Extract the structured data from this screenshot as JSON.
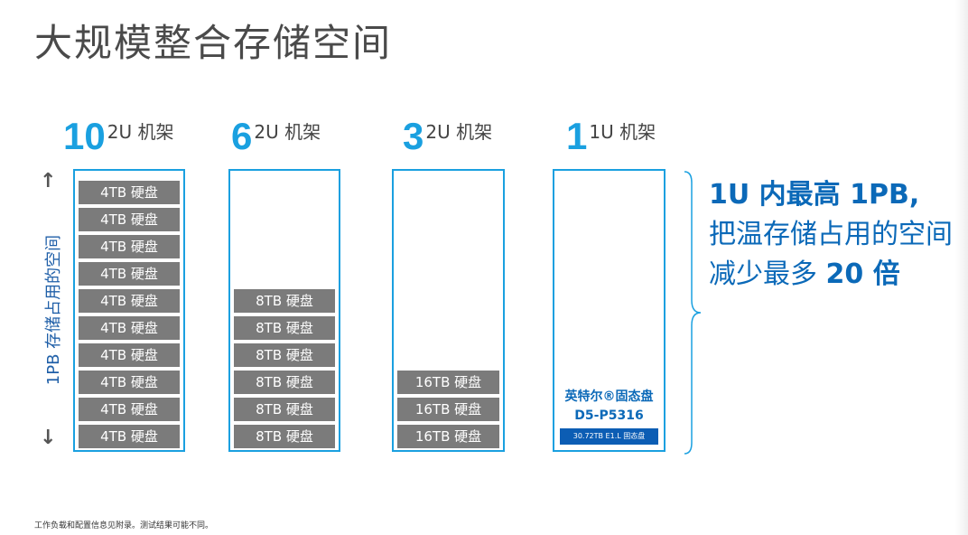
{
  "title": "大规模整合存储空间",
  "axis_label": "1PB 存储占用的空间",
  "arrow_up": "↑",
  "arrow_down": "↓",
  "racks": [
    {
      "count": "10",
      "unit": "2U 机架",
      "disks": [
        "4TB 硬盘",
        "4TB 硬盘",
        "4TB 硬盘",
        "4TB 硬盘",
        "4TB 硬盘",
        "4TB 硬盘",
        "4TB 硬盘",
        "4TB 硬盘",
        "4TB 硬盘",
        "4TB 硬盘"
      ]
    },
    {
      "count": "6",
      "unit": "2U 机架",
      "disks": [
        "8TB 硬盘",
        "8TB 硬盘",
        "8TB 硬盘",
        "8TB 硬盘",
        "8TB 硬盘",
        "8TB 硬盘"
      ]
    },
    {
      "count": "3",
      "unit": "2U 机架",
      "disks": [
        "16TB 硬盘",
        "16TB 硬盘",
        "16TB 硬盘"
      ]
    },
    {
      "count": "1",
      "unit": "1U 机架",
      "disks": []
    }
  ],
  "ssd": {
    "brand_line1": "英特尔®固态盘",
    "brand_line2": "D5-P5316",
    "bar_label": "30.72TB E1.L 固态盘"
  },
  "callout": {
    "part1": "1U 内最高 1PB,",
    "part2": "把温存储占用的空间减少最多",
    "part3": "20 倍"
  },
  "footnote": "工作负载和配置信息见附录。测试结果可能不同。",
  "colors": {
    "accent": "#1aa0e0",
    "brand_blue": "#0b69b8",
    "disk_gray": "#7b7b7b"
  }
}
